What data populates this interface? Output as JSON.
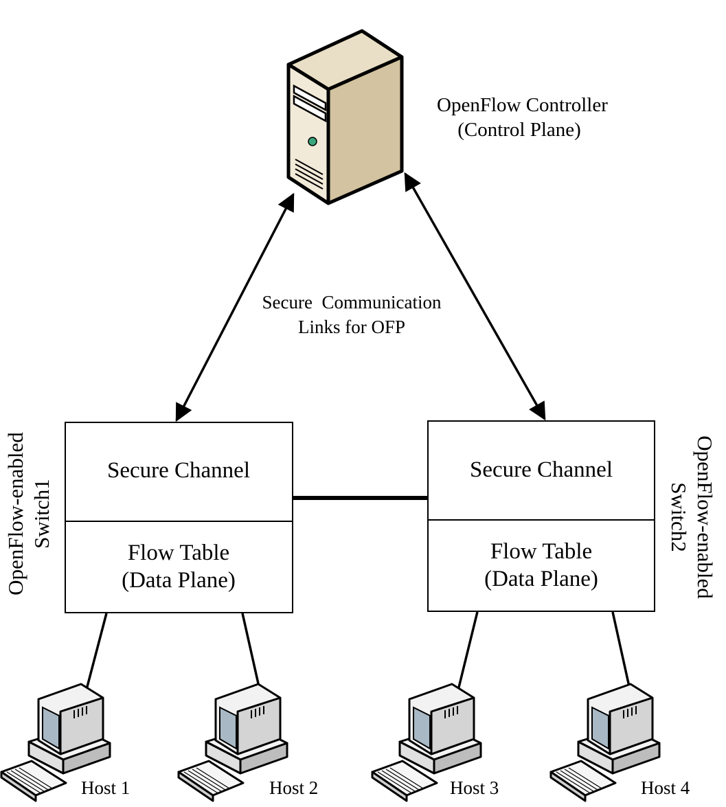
{
  "controller": {
    "name": "OpenFlow Controller",
    "plane": "(Control Plane)",
    "icon": "server-tower-icon"
  },
  "link_label": {
    "line1": "Secure  Communication",
    "line2": "Links for OFP"
  },
  "switches": [
    {
      "name_line1": "OpenFlow-enabled",
      "name_line2": "Switch1",
      "channel": "Secure Channel",
      "flow_line1": "Flow Table",
      "flow_line2": "(Data Plane)"
    },
    {
      "name_line1": "OpenFlow-enabled",
      "name_line2": "Switch2",
      "channel": "Secure Channel",
      "flow_line1": "Flow Table",
      "flow_line2": "(Data Plane)"
    }
  ],
  "hosts": [
    {
      "label": "Host 1",
      "icon": "desktop-computer-icon"
    },
    {
      "label": "Host 2",
      "icon": "desktop-computer-icon"
    },
    {
      "label": "Host 3",
      "icon": "desktop-computer-icon"
    },
    {
      "label": "Host 4",
      "icon": "desktop-computer-icon"
    }
  ],
  "colors": {
    "server_front": "#f2ead8",
    "server_side": "#d3c3a0",
    "server_top": "#e9dfc6",
    "led": "#3aa67c",
    "outline": "#000000"
  }
}
